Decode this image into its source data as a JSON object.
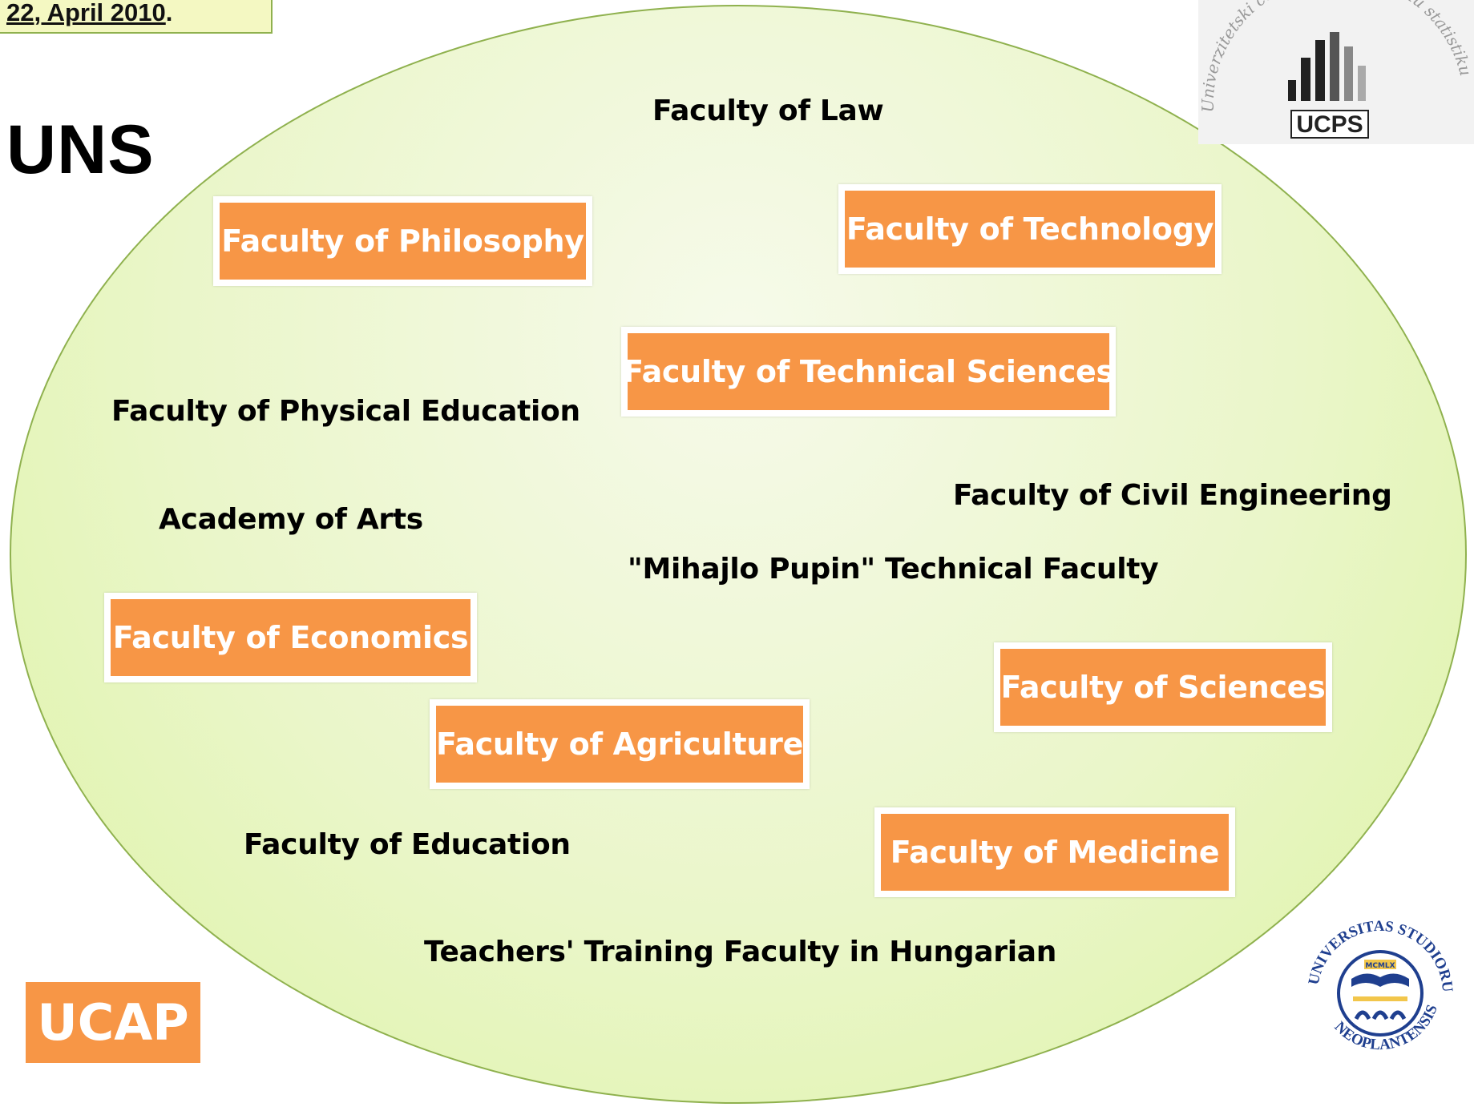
{
  "header": {
    "date_prefix": "22",
    "date_rest": ", April 2010",
    "date_suffix": ".",
    "title": "UNS"
  },
  "logos": {
    "ucps": {
      "text": "UCPS",
      "arc_text": "Univerzitetski centar za primenjenu statistiku"
    },
    "seal": {
      "top_text": "UNIVERSITAS STUDIORUM",
      "bottom_text": "NEOPLANTENSIS",
      "year": "MCMLX"
    }
  },
  "faculties": {
    "law": "Faculty of Law",
    "philosophy": "Faculty of Philosophy",
    "technology": "Faculty of Technology",
    "technical_sciences": "Faculty of Technical Sciences",
    "physical_education": "Faculty of Physical Education",
    "civil_engineering": "Faculty of Civil Engineering",
    "academy_arts": "Academy of Arts",
    "mihajlo_pupin": "\"Mihajlo Pupin\" Technical Faculty",
    "economics": "Faculty of Economics",
    "sciences": "Faculty of Sciences",
    "agriculture": "Faculty of Agriculture",
    "education": "Faculty of Education",
    "medicine": "Faculty of Medicine",
    "hungarian_teachers": "Teachers' Training Faculty in Hungarian"
  },
  "badge": {
    "label": "UCAP"
  },
  "colors": {
    "highlight": "#f79646",
    "ellipse_border": "#8fb14e",
    "ellipse_fill": "#e3f4b8",
    "text": "#000000"
  }
}
